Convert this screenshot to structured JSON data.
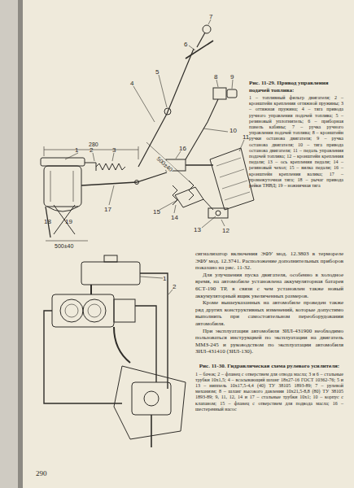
{
  "diagram": {
    "labels": [
      "Рис. 11-29. Привод управления подачей топлива:",
      "1 – топливный фильтр двигателя; 2 – кронштейн крепления оттяжной пружины; 3 – оттяжная пружина; 4 – тяга привода ручного управления подачей топлива; 5 – резиновый уплотнитель; 6 – приборная панель кабины; 7 – ручка ручного управления подачей топлива; 8 – кронштейн ручки останова двигателя; 9 – ручка останова двигателя; 10 – тяга привода останова двигателя; 11 – педаль управления подачей топлива; 12 – кронштейн крепления педали; 13 – ось крепления педали; 14 – резиновый чехол; 15 – вилка педали; 16 – кронштейн крепления валика; 17 – промежуточная тяга; 18 – рычаг привода рейки ТНВД; 19 – ножничная тяга",
      "сигнализатор включения ЭФУ мод. 12.3803 в термореле ЭФУ мод. 12.3741. Расположение дополнительных приборов показано на рис. 11-32.",
      "Для улучшения пуска двигателя, особенно в холодное время, на автомобиле установлена аккумуляторная батарея 6СТ-190 ТР, в связи с чем установлен также новый аккумуляторный ящик увеличенных размеров.",
      "Кроме вышеуказанных на автомобиле проведен также ряд других конструктивных изменений, которые допустимо выполнить при самостоятельном переоборудовании автомобиля.",
      "При эксплуатации автомобиля ЗИЛ-431900 необходимо пользоваться инструкцией по эксплуатации на двигатель ММЗ-245 и руководством по эксплуатации автомобиля ЗИЛ-431410 (ЗИЛ-130).",
      "Рис. 11-30. Гидравлическая схема рулевого усилителя:",
      "1 – бачок; 2 – фланец с отверстием для отвода масла; 3 и 6 – стальные трубки 10х1,5; 4 – всасывающий шланг 18х27-16 ГОСТ 10362-76; 5 и 13 – ниппель 10х17,5-4,4 (40) ТУ 38105 1893-89; 7 – рулевой механизм; 8 – шланг высокого давления 10х21,5-8,8 (80) ТУ 38105 1893-89; 9, 11, 12, 14 и 17 – стальные трубки 10х1; 10 – корпус с клапаном; 15 – фланец с отверстием для подвода масла; 16 – шестеренный насос",
      "290",
      "1",
      "2",
      "3",
      "4",
      "5",
      "6",
      "7",
      "8",
      "9",
      "10",
      "11",
      "12",
      "13",
      "14",
      "15",
      "16",
      "17",
      "18",
      "19",
      "280",
      "500±40",
      "500±40",
      "1",
      "2"
    ]
  }
}
